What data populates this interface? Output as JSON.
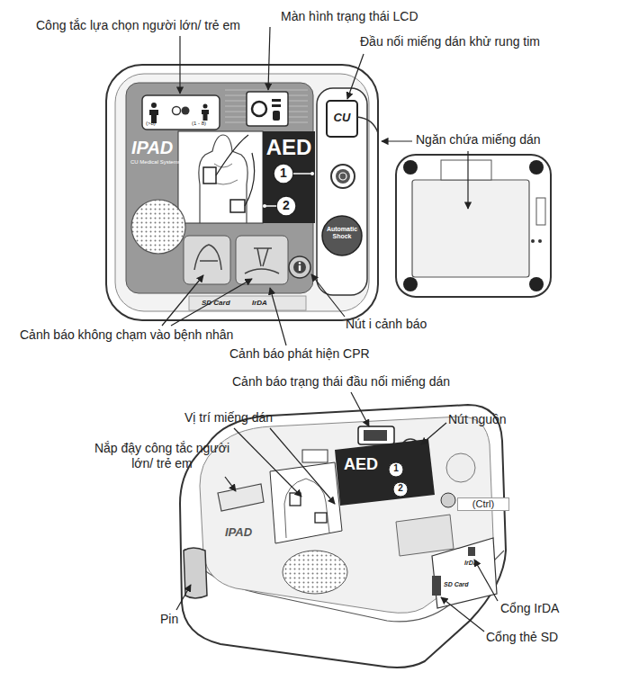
{
  "diagram": {
    "labels": [
      "Công tắc lựa chọn người lớn/ trẻ em",
      "Màn hình trạng thái LCD",
      "Đầu nối miếng dán khử rung tim",
      "Ngăn chứa miếng dán",
      "Nút i cảnh báo",
      "Cảnh báo không chạm vào bệnh nhân",
      "Cảnh báo phát hiện CPR",
      "Cảnh báo trạng thái đầu nối miếng dán",
      "Nút nguồn",
      "Vị trí miếng dán",
      "Nắp đậy công tắc người lớn/ trẻ em",
      "Pin",
      "Cổng IrDA",
      "Cổng thẻ SD",
      "IPAD",
      "CU Medical Systems, Inc.",
      "(>8)",
      "(1 - 8)",
      "CU",
      "AED",
      "1",
      "2",
      "Automatic Shock",
      "SD Card",
      "IrDA",
      "IPAD",
      "AED",
      "1",
      "2",
      "SD Card",
      "IrDA",
      "(Ctrl)"
    ]
  }
}
